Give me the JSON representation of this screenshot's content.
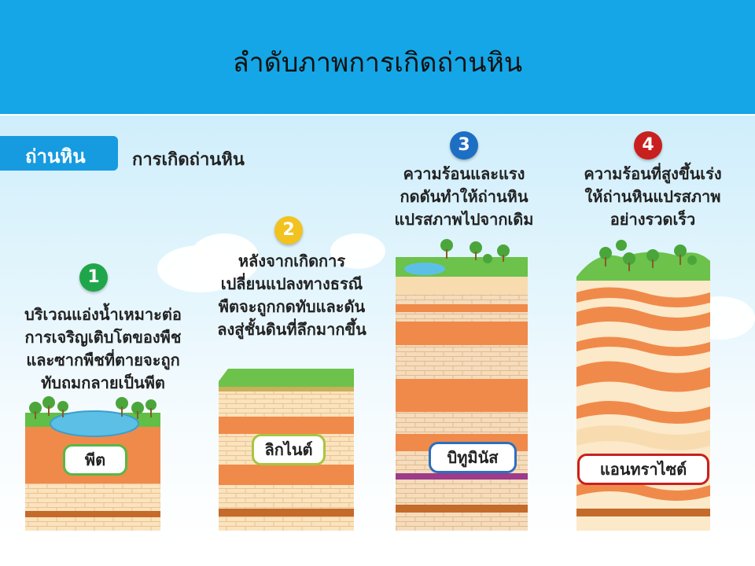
{
  "header": {
    "title": "ลำดับภาพการเกิดถ่านหิน"
  },
  "panel": {
    "tag": "ถ่านหิน",
    "subtitle": "การเกิดถ่านหิน"
  },
  "stages": [
    {
      "number": "1",
      "color": "#1fa64a",
      "description": [
        "บริเวณแอ่งน้ำเหมาะต่อ",
        "การเจริญเติบโตของพืช",
        "และซากพืชที่ตายจะถูก",
        "ทับถมกลายเป็นพีต"
      ],
      "label": "พีต",
      "label_border": "#57b847"
    },
    {
      "number": "2",
      "color": "#f2c21f",
      "description": [
        "หลังจากเกิดการ",
        "เปลี่ยนแปลงทางธรณี",
        "พืตจะถูกกดทับและดัน",
        "ลงสู่ชั้นดินที่ลึกมากขึ้น"
      ],
      "label": "ลิกไนต์",
      "label_border": "#a6c640"
    },
    {
      "number": "3",
      "color": "#1d6fc4",
      "description": [
        "ความร้อนและแรง",
        "กดดันทำให้ถ่านหิน",
        "แปรสภาพไปจากเดิม"
      ],
      "label": "บิทูมินัส",
      "label_border": "#2a6fc0"
    },
    {
      "number": "4",
      "color": "#c8201f",
      "description": [
        "ความร้อนที่สูงขึ้นเร่ง",
        "ให้ถ่านหินแปรสภาพ",
        "อย่างรวดเร็ว"
      ],
      "label": "แอนทราไซต์",
      "label_border": "#c8201f"
    }
  ],
  "colors": {
    "header_bg": "#14a6e6",
    "tag_bg": "#169be0",
    "grass": "#6cc24a",
    "orange_layer": "#f08a4b",
    "light_layer": "#f8dcb0",
    "cream_layer": "#fbe9c9"
  }
}
